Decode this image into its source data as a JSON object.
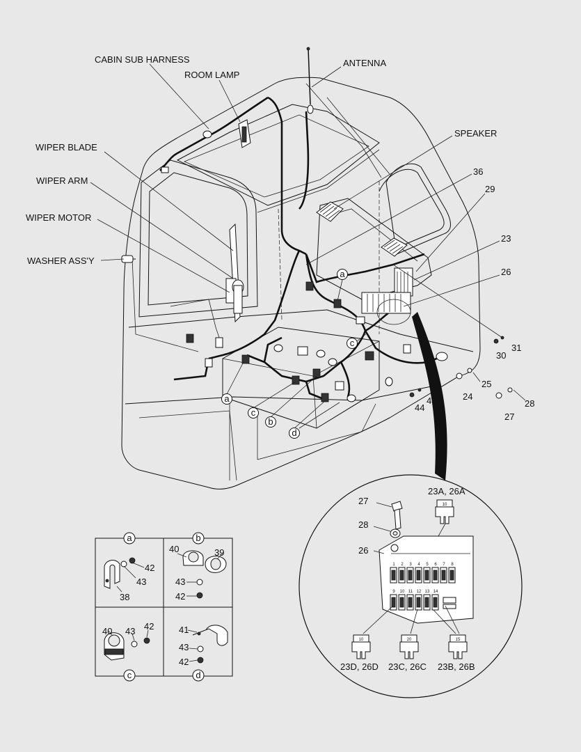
{
  "labels": {
    "cabin_sub_harness": "CABIN SUB HARNESS",
    "room_lamp": "ROOM LAMP",
    "antenna": "ANTENNA",
    "speaker": "SPEAKER",
    "wiper_blade": "WIPER BLADE",
    "wiper_arm": "WIPER ARM",
    "wiper_motor": "WIPER MOTOR",
    "washer_assy": "WASHER ASS'Y"
  },
  "callouts": {
    "n36": "36",
    "n29": "29",
    "n23": "23",
    "n26": "26",
    "n31": "31",
    "n30": "30",
    "n25": "25",
    "n24": "24",
    "n28": "28",
    "n27": "27",
    "n45": "45",
    "n44": "44"
  },
  "refs": {
    "a": "a",
    "b": "b",
    "c": "c",
    "d": "d"
  },
  "detail_boxes": {
    "a": {
      "letter": "a",
      "p42": "42",
      "p43": "43",
      "p38": "38"
    },
    "b": {
      "letter": "b",
      "p40": "40",
      "p39": "39",
      "p43": "43",
      "p42": "42"
    },
    "c": {
      "letter": "c",
      "p40": "40",
      "p43": "43",
      "p42": "42"
    },
    "d": {
      "letter": "d",
      "p41": "41",
      "p43": "43",
      "p42": "42"
    }
  },
  "fuse_detail": {
    "p27": "27",
    "p28": "28",
    "p26": "26",
    "fuse_23a": "23A, 26A",
    "fuse_23d": "23D, 26D",
    "fuse_23c": "23C, 26C",
    "fuse_23b": "23B, 26B",
    "fuse_top_value": "10",
    "fuse_d_value": "10",
    "fuse_c_value": "20",
    "fuse_b_value": "15",
    "row1_slots": [
      "1",
      "2",
      "3",
      "4",
      "5",
      "6",
      "7",
      "8"
    ],
    "row2_slots": [
      "9",
      "10",
      "11",
      "12",
      "13",
      "14"
    ]
  }
}
